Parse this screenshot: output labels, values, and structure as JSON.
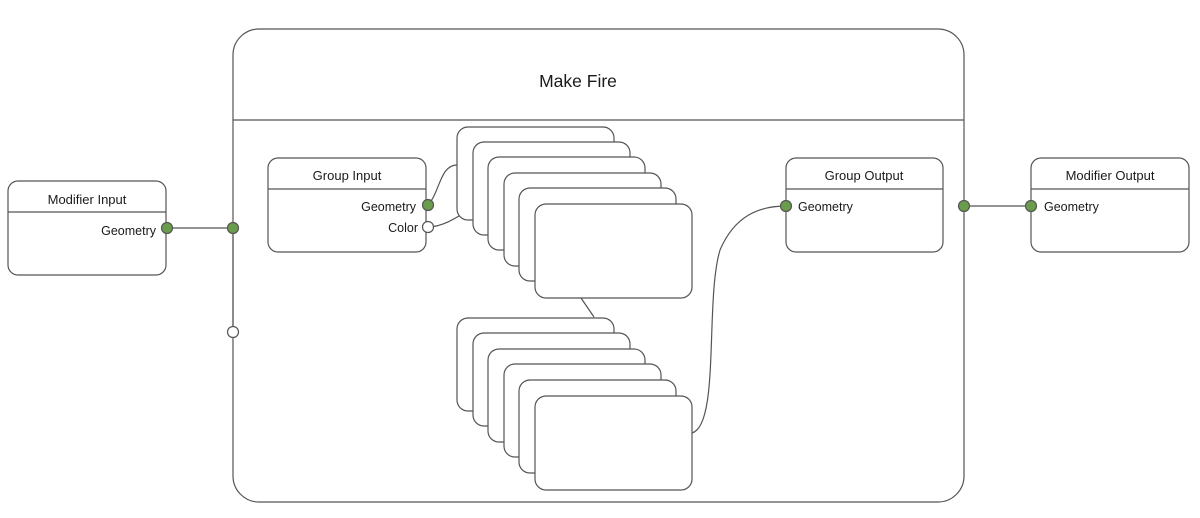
{
  "colors": {
    "stroke": "#555555",
    "node_fill": "#ffffff",
    "socket_geometry": "#6a9d4b",
    "socket_empty": "#ffffff",
    "background": "#ffffff"
  },
  "modifier_input": {
    "title": "Modifier Input",
    "output_socket": "Geometry"
  },
  "group": {
    "title": "Make Fire",
    "group_input": {
      "title": "Group Input",
      "sockets": [
        "Geometry",
        "Color"
      ]
    },
    "group_output": {
      "title": "Group Output",
      "sockets": [
        "Geometry"
      ]
    }
  },
  "modifier_output": {
    "title": "Modifier Output",
    "input_socket": "Geometry"
  }
}
